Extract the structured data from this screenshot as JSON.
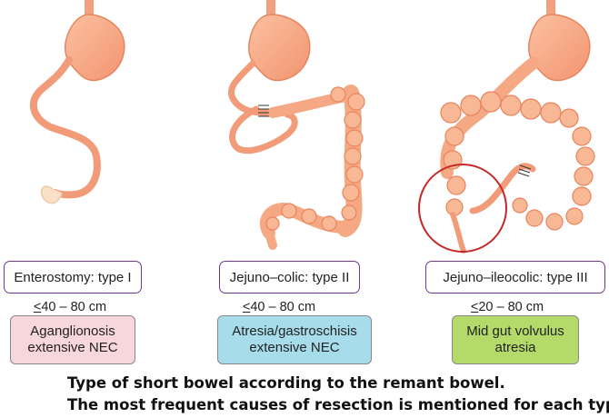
{
  "types": [
    {
      "label": "Enterostomy: type I",
      "length_prefix": "<",
      "length_rest": "40 – 80 cm",
      "cause_lines": [
        "Aganglionosis",
        "extensive NEC"
      ],
      "cause_color": "#f7d7db"
    },
    {
      "label": "Jejuno–colic: type II",
      "length_prefix": "<",
      "length_rest": "40 – 80 cm",
      "cause_lines": [
        "Atresia/gastroschisis",
        "extensive NEC"
      ],
      "cause_color": "#a7dcea"
    },
    {
      "label": "Jejuno–ileocolic: type III",
      "length_prefix": "<",
      "length_rest": "20 – 80 cm",
      "cause_lines": [
        "Mid gut volvulus",
        "atresia"
      ],
      "cause_color": "#b4db6a"
    }
  ],
  "caption": {
    "line1": "Type of short bowel according to the remant bowel.",
    "line2": "The most frequent causes of resection is mentioned for each type"
  },
  "colors": {
    "bowel_fill": "#f6a57f",
    "bowel_outline": "#e8845c",
    "box_border": "#6b3a8e",
    "highlight_circle": "#c62828"
  }
}
